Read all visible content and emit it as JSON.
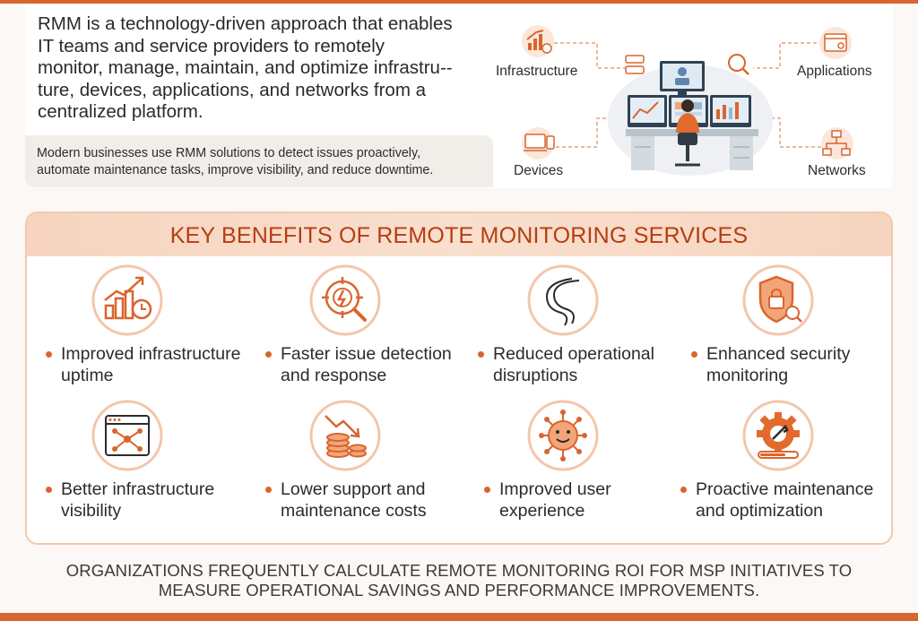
{
  "intro": {
    "main_lines": [
      "RMM is a technology-driven approach that enables",
      "IT teams and service providers to remotely",
      "monitor, manage, maintain, and optimize infrastru--",
      "ture, devices, applications, and networks from a",
      "centralized platform."
    ],
    "note_lines": [
      "Modern businesses use RMM solutions to detect issues proactively,",
      "automate maintenance tasks, improve visibility, and reduce downtime."
    ]
  },
  "illustration": {
    "labels": {
      "infrastructure": "Infrastructure",
      "applications": "Applications",
      "devices": "Devices",
      "networks": "Networks"
    }
  },
  "benefits": {
    "title": "KEY BENEFITS OF REMOTE MONITORING SERVICES",
    "items": [
      {
        "icon": "growth-chart-icon",
        "lines": [
          "Improved infrastructure",
          "uptime"
        ]
      },
      {
        "icon": "target-search-icon",
        "lines": [
          "Faster issue detection",
          "and response"
        ]
      },
      {
        "icon": "smooth-road-icon",
        "lines": [
          "Reduced operational",
          "disruptions"
        ]
      },
      {
        "icon": "security-shield-icon",
        "lines": [
          "Enhanced security",
          "monitoring"
        ]
      },
      {
        "icon": "network-window-icon",
        "lines": [
          "Better infrastructure",
          "visibility"
        ]
      },
      {
        "icon": "coins-down-icon",
        "lines": [
          "Lower support and",
          "maintenance costs"
        ]
      },
      {
        "icon": "smiley-network-icon",
        "lines": [
          "Improved user",
          "experience"
        ]
      },
      {
        "icon": "gear-wrench-icon",
        "lines": [
          "Proactive maintenance",
          "and optimization"
        ]
      }
    ]
  },
  "footer": {
    "lines": [
      "ORGANIZATIONS FREQUENTLY CALCULATE REMOTE MONITORING ROI FOR MSP INITIATIVES TO",
      "MEASURE OPERATIONAL SAVINGS AND PERFORMANCE IMPROVEMENTS."
    ]
  },
  "colors": {
    "accent": "#d9652e",
    "title": "#b53d12",
    "header_band": "#f6d4bf",
    "icon_ring": "#f3c6a9"
  }
}
